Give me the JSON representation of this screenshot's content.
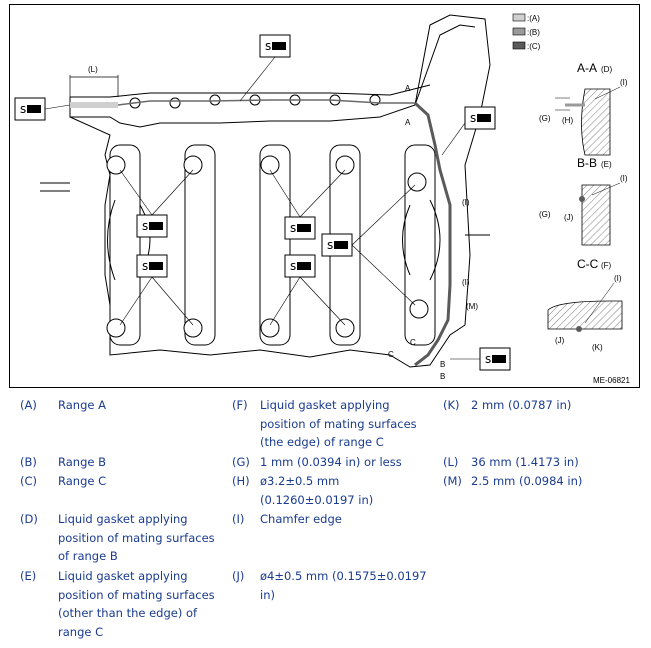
{
  "figure": {
    "code": "ME-06821",
    "swatch_labels": [
      ":(A)",
      ":(B)",
      ":(C)"
    ],
    "section_titles": {
      "aa": "A-A",
      "aa_ref": "(D)",
      "bb": "B-B",
      "bb_ref": "(E)",
      "cc": "C-C",
      "cc_ref": "(F)"
    },
    "callouts": {
      "l_dim": "(L)",
      "i": "(I)",
      "g": "(G)",
      "h": "(H)",
      "j": "(J)",
      "k": "(K)",
      "m": "(M)",
      "a": "A",
      "b": "B",
      "c": "C"
    }
  },
  "legend": [
    {
      "key": "(A)",
      "text": "Range A"
    },
    {
      "key": "(B)",
      "text": "Range B"
    },
    {
      "key": "(C)",
      "text": "Range C"
    },
    {
      "key": "(D)",
      "text": "Liquid gasket applying position of mating surfaces of range B"
    },
    {
      "key": "(E)",
      "text": "Liquid gasket applying position of mating surfaces (other than the edge) of range C"
    },
    {
      "key": "(F)",
      "text": "Liquid gasket applying position of mating surfaces (the edge) of range C"
    },
    {
      "key": "(G)",
      "text": "1 mm (0.0394 in) or less"
    },
    {
      "key": "(H)",
      "text": "ø3.2±0.5 mm (0.1260±0.0197 in)"
    },
    {
      "key": "(I)",
      "text": "Chamfer edge"
    },
    {
      "key": "(J)",
      "text": "ø4±0.5 mm (0.1575±0.0197 in)"
    },
    {
      "key": "(K)",
      "text": "2 mm (0.0787 in)"
    },
    {
      "key": "(L)",
      "text": "36 mm (1.4173 in)"
    },
    {
      "key": "(M)",
      "text": "2.5 mm (0.0984 in)"
    }
  ],
  "colors": {
    "range_a": "#d0d0d0",
    "range_b": "#9a9a9a",
    "range_c": "#5a5a5a",
    "legend_text": "#1a3b8f"
  }
}
